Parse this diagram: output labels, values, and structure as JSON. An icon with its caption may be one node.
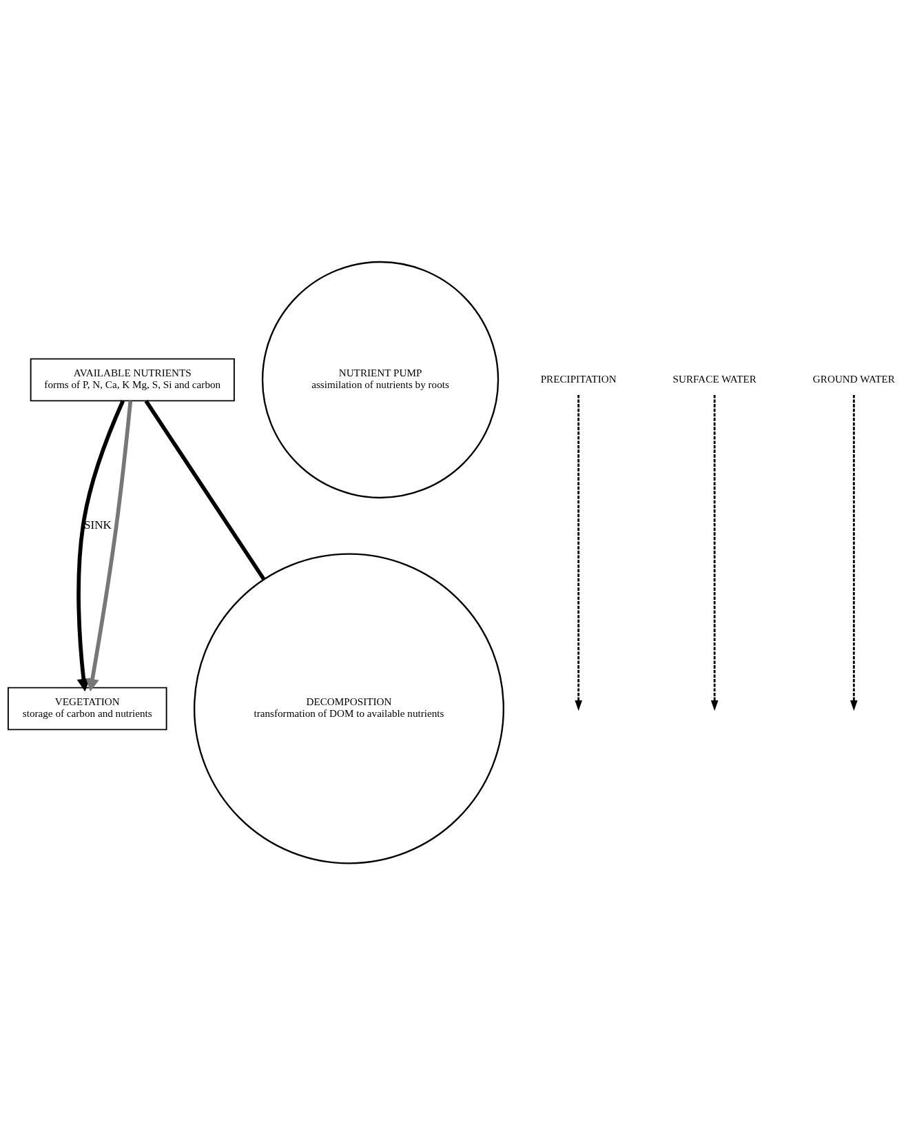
{
  "diagram": {
    "nodes": [
      {
        "text": [
          "AVAILABLE NUTRIENTS",
          "forms of P, N, Ca, K Mg, S, Si and carbon"
        ]
      },
      {
        "text": [
          "VEGETATION",
          "storage of carbon and nutrients"
        ]
      },
      {
        "text": [
          "NUTRIENT PUMP",
          "assimilation of nutrients by roots"
        ]
      },
      {
        "text": [
          "DECOMPOSITION",
          "transformation of DOM to available nutrients"
        ]
      },
      {
        "text": [
          "PRECIPITATION"
        ]
      },
      {
        "text": [
          "SURFACE WATER"
        ]
      },
      {
        "text": [
          "GROUND WATER"
        ]
      }
    ],
    "edges": [
      {
        "from": 0,
        "to": 1,
        "arrow": "to",
        "label": "SINK",
        "style": "thick"
      },
      {
        "from": 0,
        "to": 1,
        "arrow": "to",
        "style": "thick",
        "color": "#777777"
      },
      {
        "from": 0,
        "to": 3,
        "arrow": "none",
        "style": "thick"
      },
      {
        "from": 4,
        "to": null,
        "arrow": "to",
        "style": "dashed"
      },
      {
        "from": 5,
        "to": null,
        "arrow": "to",
        "style": "dashed"
      },
      {
        "from": 6,
        "to": null,
        "arrow": "to",
        "style": "dashed"
      }
    ]
  }
}
